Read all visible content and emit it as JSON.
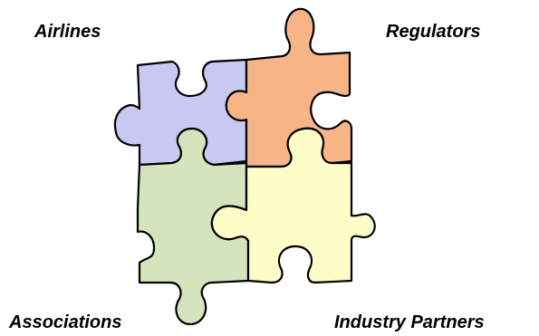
{
  "labels": {
    "top_left": "Airlines",
    "top_right": "Regulators",
    "bottom_left": "Associations",
    "bottom_right": "Industry Partners"
  },
  "pieces": [
    {
      "name": "airlines-piece",
      "color": "#C8C8F2"
    },
    {
      "name": "regulators-piece",
      "color": "#F7B487"
    },
    {
      "name": "associations-piece",
      "color": "#D6E4BD"
    },
    {
      "name": "industry-partners-piece",
      "color": "#FDFDC8"
    }
  ]
}
